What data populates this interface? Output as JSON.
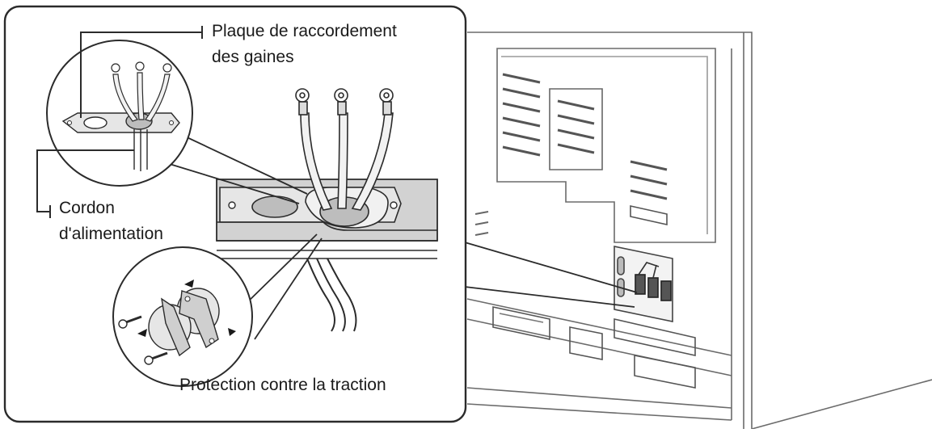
{
  "callouts": {
    "conduit_plate_line1": "Plaque de raccordement",
    "conduit_plate_line2": "des gaines",
    "power_cord_line1": "Cordon",
    "power_cord_line2": "d'alimentation",
    "strain_relief": "Protection contre la traction"
  },
  "colors": {
    "line": "#2b2b2b",
    "plate_fill": "#d6d6d6",
    "panel_fill": "#f4f4f4",
    "grommet_fill": "#bdbdbd",
    "wire_fill": "#f2f2f2"
  }
}
